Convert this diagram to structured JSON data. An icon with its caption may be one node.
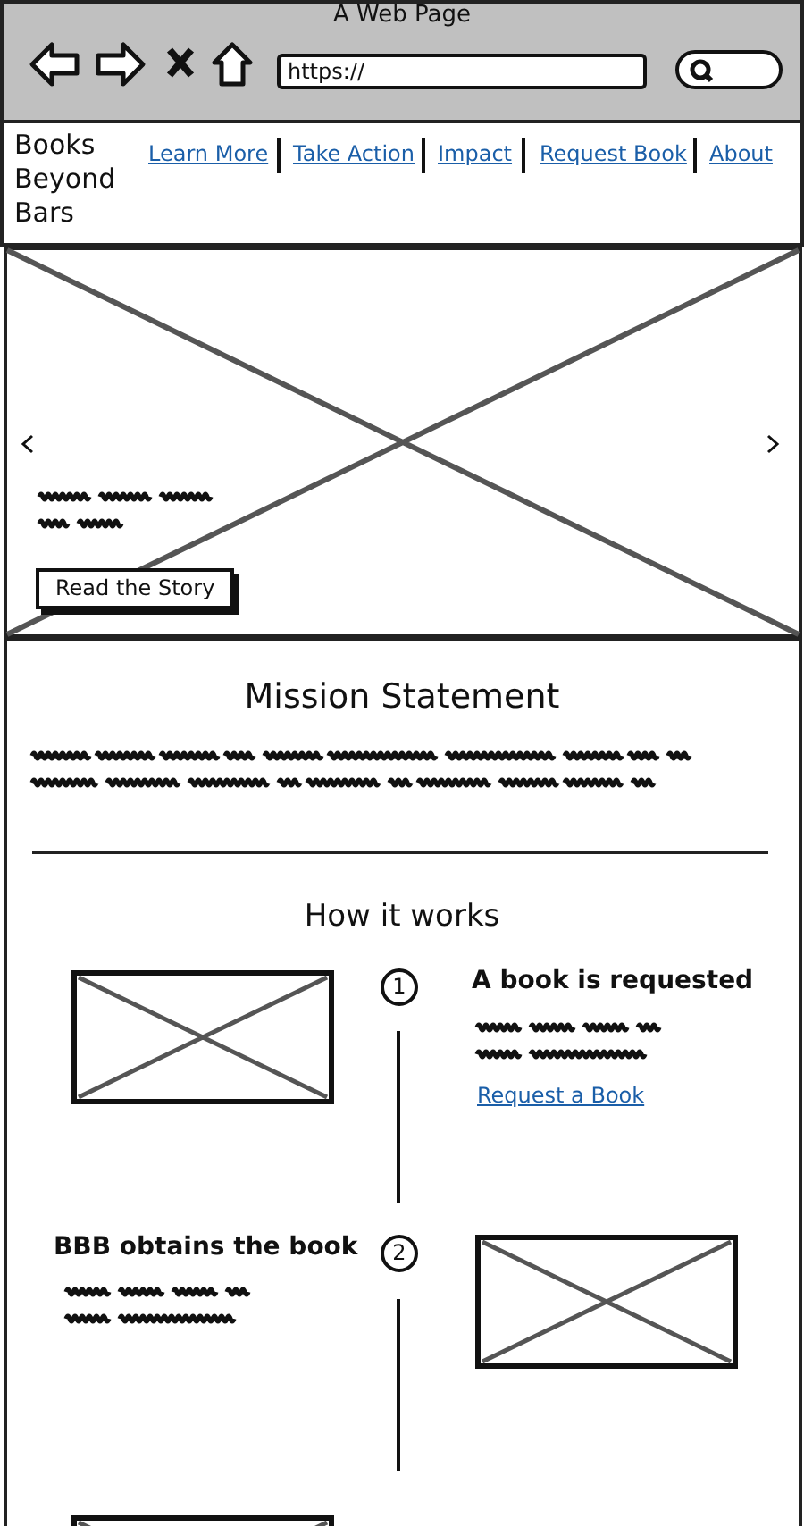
{
  "diagram": {
    "title": "A Web Page",
    "labels": [
      "https://",
      "Books Beyond Bars",
      "Learn More",
      "Take Action",
      "Impact",
      "Request Book",
      "About",
      "Read the Story",
      "Mission Statement",
      "How it works",
      "1",
      "A book is requested",
      "Request a Book",
      "BBB obtains the book",
      "2"
    ]
  }
}
